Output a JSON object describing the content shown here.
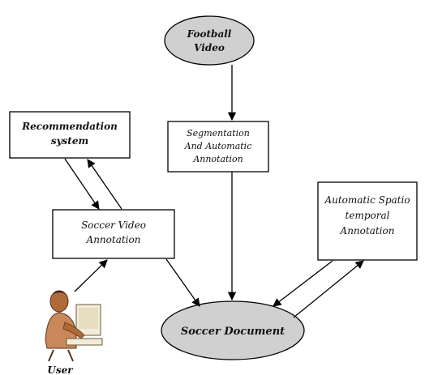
{
  "nodes": {
    "football_video": {
      "lines": [
        "Football",
        "Video"
      ]
    },
    "recommendation": {
      "lines": [
        "Recommendation",
        "system"
      ]
    },
    "segmentation": {
      "lines": [
        "Segmentation",
        "And Automatic",
        "Annotation"
      ]
    },
    "soccer_annotation": {
      "lines": [
        "Soccer Video",
        "Annotation"
      ]
    },
    "spatio_temporal": {
      "lines": [
        "Automatic Spatio",
        "temporal",
        "Annotation"
      ]
    },
    "soccer_document": {
      "lines": [
        "Soccer Document"
      ]
    }
  },
  "user": {
    "label": "User",
    "icon": "user-at-computer-icon"
  },
  "edges": [
    {
      "from": "football_video",
      "to": "segmentation"
    },
    {
      "from": "segmentation",
      "to": "soccer_document"
    },
    {
      "from": "recommendation",
      "to": "soccer_annotation"
    },
    {
      "from": "soccer_annotation",
      "to": "recommendation"
    },
    {
      "from": "soccer_annotation",
      "to": "soccer_document"
    },
    {
      "from": "spatio_temporal",
      "to": "soccer_document"
    },
    {
      "from": "soccer_document",
      "to": "spatio_temporal"
    },
    {
      "from": "user",
      "to": "soccer_annotation"
    }
  ]
}
